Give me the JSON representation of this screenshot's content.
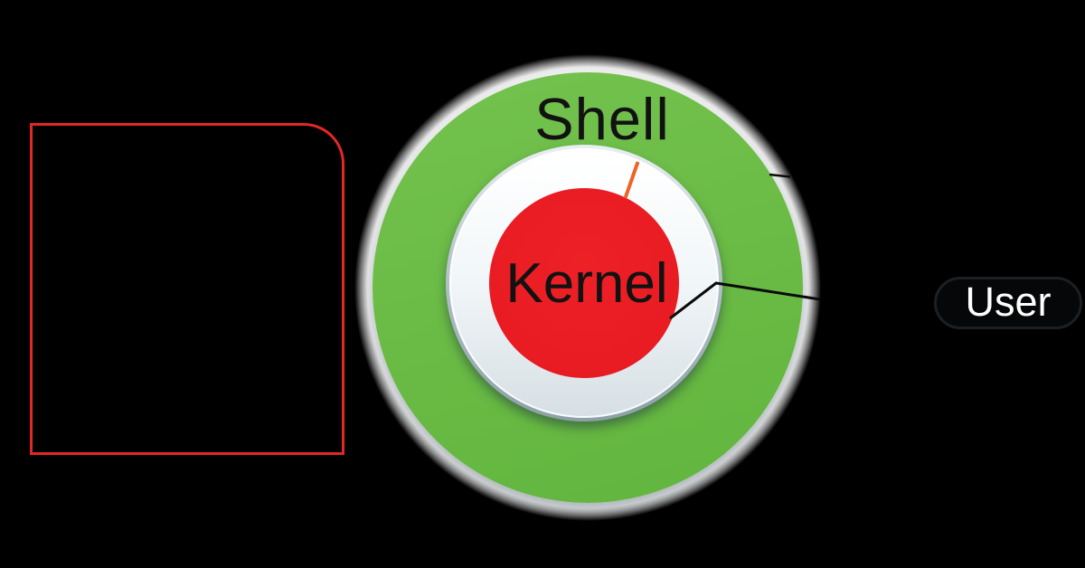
{
  "diagram": {
    "outer_ring_label": "Shell",
    "core_label": "Kernel",
    "external_label": "User",
    "colors": {
      "background": "#000000",
      "shell_ring_green": "#6bbc46",
      "kernel_red": "#e81c22",
      "inner_disc_white": "#f1f6f8",
      "inner_ring_gray": "#b9c7ce",
      "glow_white": "#ffffff",
      "label_text_black": "#121212",
      "user_text_white": "#ffffff",
      "user_pill_fill": "#060708",
      "user_pill_border": "#1b2025",
      "terminal_box_border_red": "#e32726",
      "leader_line_black": "#0a0a0a",
      "pointer_line_orange": "#ed6424"
    }
  }
}
